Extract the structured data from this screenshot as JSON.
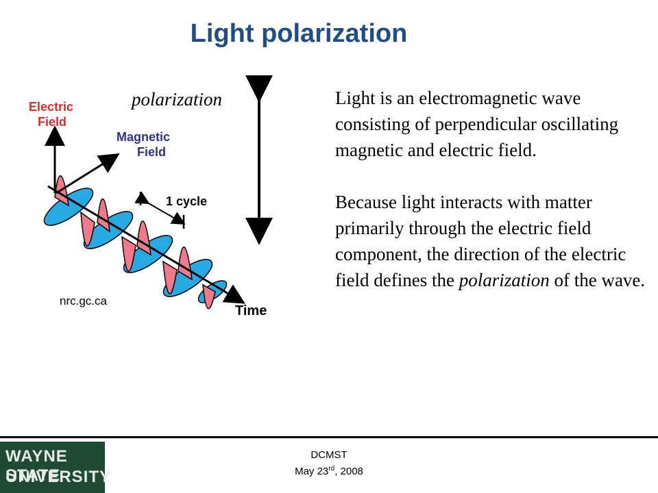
{
  "slide": {
    "title": "Light polarization",
    "polarization_label": "polarization",
    "credit": "nrc.gc.ca"
  },
  "diagram": {
    "electric_field_label_1": "Electric",
    "electric_field_label_2": "Field",
    "magnetic_field_label_1": "Magnetic",
    "magnetic_field_label_2": "Field",
    "cycle_label": "1 cycle",
    "time_label": "Time",
    "colors": {
      "electric": "#f07a8a",
      "magnetic": "#27a9e1",
      "electric_text": "#e02a2a",
      "magnetic_text": "#2e3192"
    }
  },
  "body": {
    "paragraph1": "Light is an electromagnetic wave consisting of perpendicular oscillating magnetic and electric field.",
    "paragraph2_part1": "Because light interacts with matter primarily through the electric field component, the direction of the electric field defines the",
    "paragraph2_em": "polarization",
    "paragraph2_part2": "of the wave."
  },
  "footer": {
    "logo_line1": "WAYNE STATE",
    "logo_line2": "UNIVERSITY",
    "event": "DCMST",
    "date_prefix": "May 23",
    "date_sup": "rd",
    "date_suffix": ", 2008"
  }
}
